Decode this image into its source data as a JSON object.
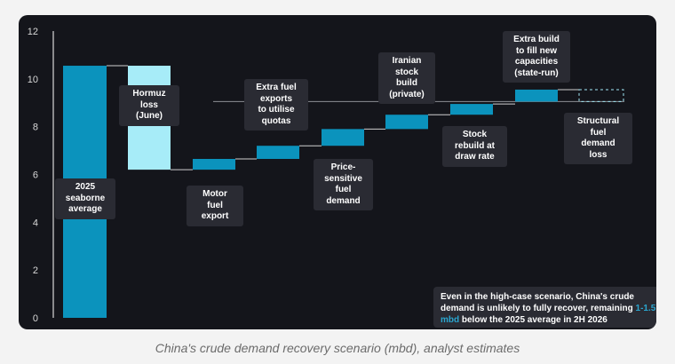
{
  "caption": "China's crude demand recovery scenario (mbd), analyst estimates",
  "note": {
    "pre": "Even in the high-case scenario, China's crude demand is unlikely to fully recover, remaining ",
    "highlight": "1-1.5 mbd",
    "post": " below the 2025 average in 2H 2026"
  },
  "colors": {
    "total": "#0b93bd",
    "loss": "#a7ecf8",
    "step": "#0b93bd",
    "highlight": "#2aa6cf"
  },
  "chart_data": {
    "type": "waterfall",
    "y_ticks": [
      "0",
      "2",
      "4",
      "6",
      "8",
      "10",
      "12"
    ],
    "ylim": [
      0,
      12
    ],
    "grid": false,
    "steps": [
      {
        "label": "2025\nseaborne\naverage",
        "kind": "total",
        "start": 0,
        "end": 10.55
      },
      {
        "label": "Hormuz\nloss\n(June)",
        "kind": "loss",
        "start": 10.55,
        "end": 6.2
      },
      {
        "label": "Motor\nfuel\nexport",
        "kind": "increase",
        "start": 6.2,
        "end": 6.65
      },
      {
        "label": "Extra fuel\nexports\nto utilise\nquotas",
        "kind": "increase",
        "start": 6.65,
        "end": 7.2
      },
      {
        "label": "Price-\nsensitive\nfuel\ndemand",
        "kind": "increase",
        "start": 7.2,
        "end": 7.9
      },
      {
        "label": "Iranian\nstock\nbuild\n(private)",
        "kind": "increase",
        "start": 7.9,
        "end": 8.5
      },
      {
        "label": "Stock\nrebuild at\ndraw rate",
        "kind": "increase",
        "start": 8.5,
        "end": 8.95
      },
      {
        "label": "Extra build\nto fill new\ncapacities\n(state-run)",
        "kind": "increase",
        "start": 9.05,
        "end": 9.55
      },
      {
        "label": "Structural\nfuel\ndemand\nloss",
        "kind": "outline",
        "start": 9.05,
        "end": 9.55
      }
    ],
    "reference_line": 9.05
  }
}
